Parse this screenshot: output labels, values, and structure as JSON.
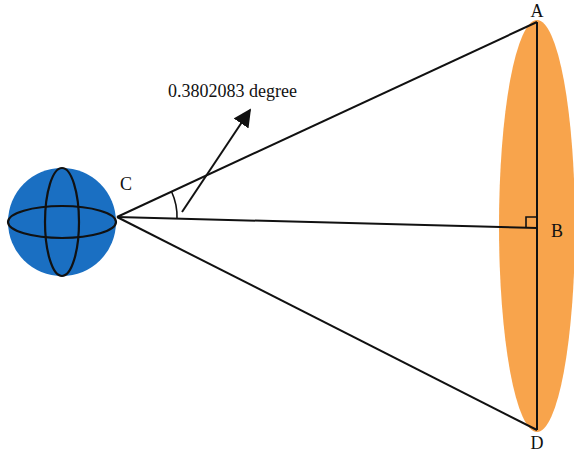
{
  "diagram": {
    "labels": [
      "0.3802083 degree",
      "C",
      "A",
      "B",
      "D"
    ]
  }
}
